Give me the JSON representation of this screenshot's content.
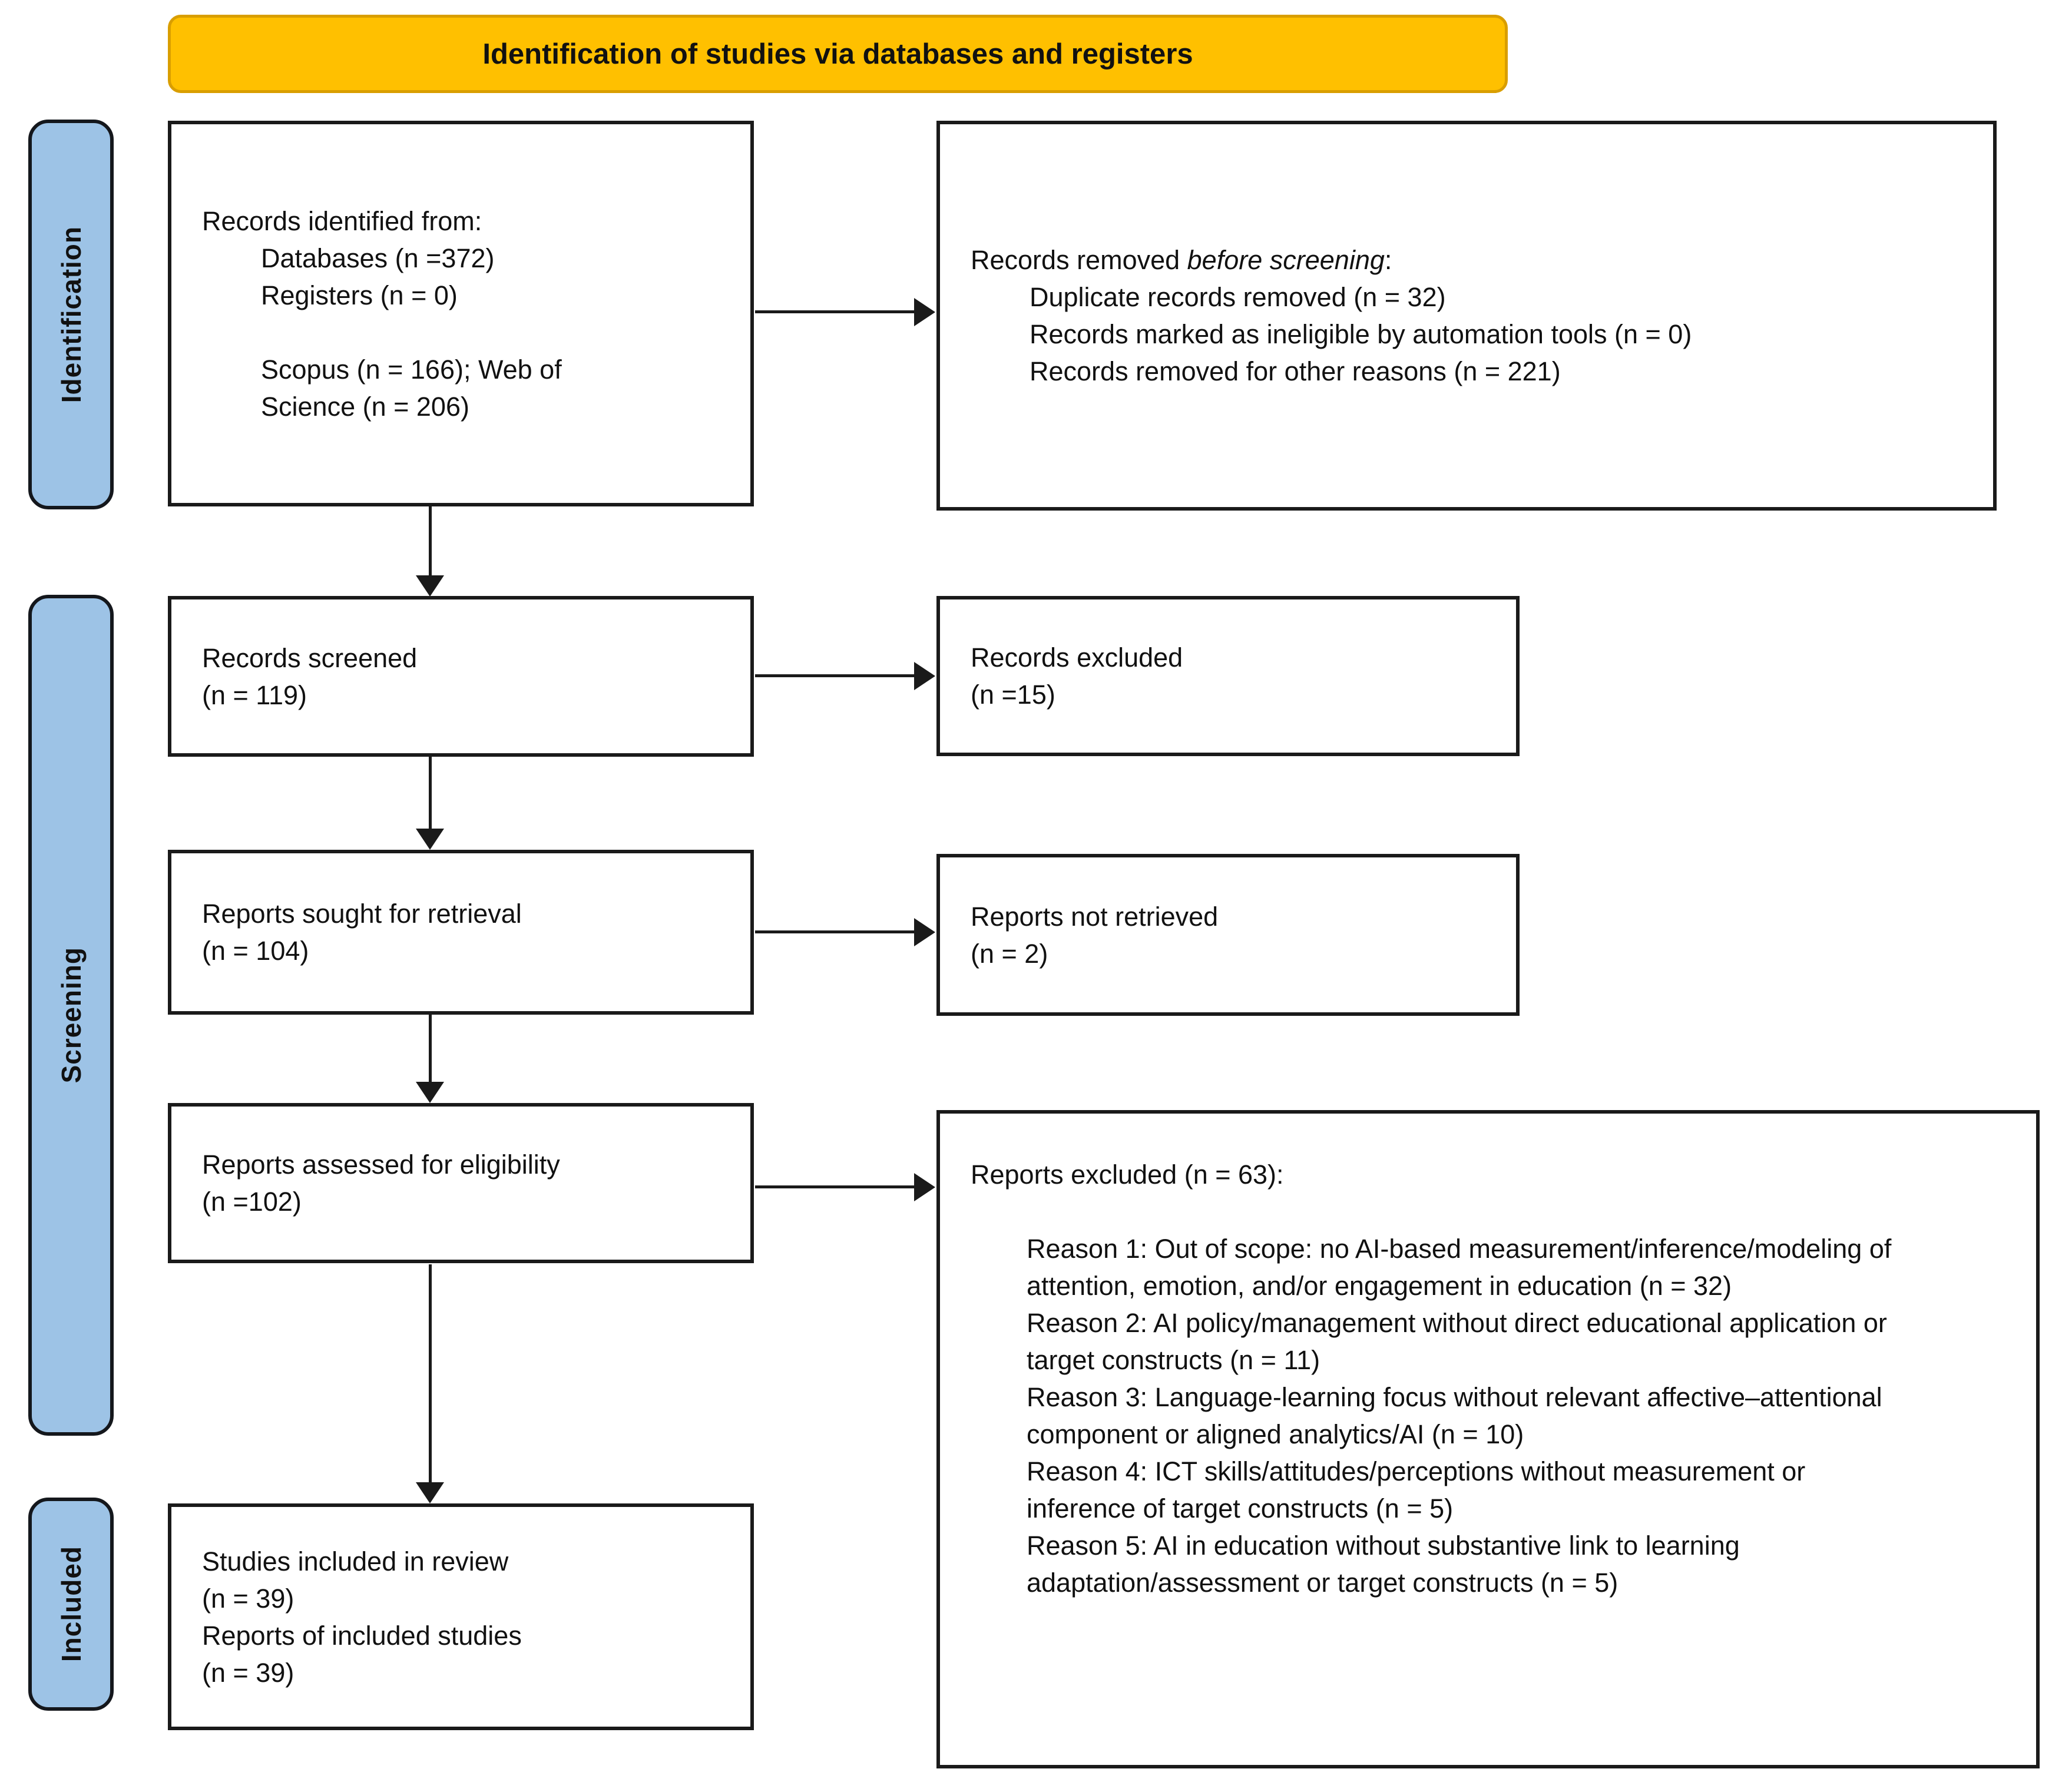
{
  "banner": {
    "title": "Identification of studies via databases and registers"
  },
  "stages": {
    "identification": "Identification",
    "screening": "Screening",
    "included": "Included"
  },
  "boxes": {
    "records_identified": {
      "line1": "Records identified from:",
      "line2": "Databases (n =372)",
      "line3": "Registers (n = 0)",
      "line4": "Scopus (n = 166); Web of",
      "line5": "Science (n = 206)"
    },
    "records_removed": {
      "intro_prefix": "Records removed ",
      "intro_italic": "before screening",
      "intro_suffix": ":",
      "item1": "Duplicate records removed (n = 32)",
      "item2": "Records marked as ineligible by automation tools (n = 0)",
      "item3": "Records removed for other reasons (n = 221)"
    },
    "records_screened": {
      "line1": "Records screened",
      "line2": "(n = 119)"
    },
    "records_excluded": {
      "line1": "Records excluded",
      "line2": "(n =15)"
    },
    "reports_sought": {
      "line1": "Reports sought for retrieval",
      "line2": "(n = 104)"
    },
    "reports_not_retrieved": {
      "line1": "Reports not retrieved",
      "line2": "(n = 2)"
    },
    "reports_assessed": {
      "line1": "Reports assessed for eligibility",
      "line2": "(n =102)"
    },
    "reports_excluded": {
      "header": "Reports excluded (n = 63):",
      "reason1": "Reason 1: Out of scope: no AI-based measurement/inference/modeling of attention, emotion, and/or engagement in education (n = 32)",
      "reason2": "Reason 2: AI policy/management without direct educational application or target constructs (n = 11)",
      "reason3": "Reason 3: Language-learning focus without relevant affective–attentional component or aligned analytics/AI (n = 10)",
      "reason4": "Reason 4: ICT skills/attitudes/perceptions without measurement or inference of target constructs (n = 5)",
      "reason5": "Reason 5: AI in education without substantive link to learning adaptation/assessment or target constructs (n = 5)"
    },
    "studies_included": {
      "line1": "Studies included in review",
      "line2": "(n = 39)",
      "line3": "Reports of included studies",
      "line4": "(n = 39)"
    }
  },
  "colors": {
    "banner_fill": "#FFC000",
    "banner_border": "#D99E00",
    "stage_fill": "#9DC3E6",
    "box_border": "#1A1A1A",
    "text": "#111111"
  }
}
